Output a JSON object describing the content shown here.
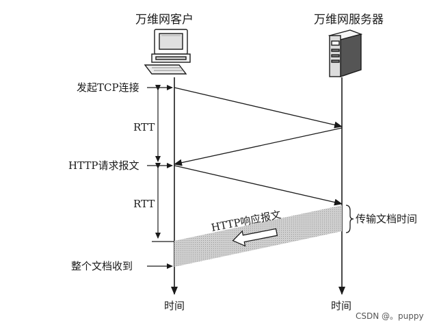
{
  "client": {
    "title": "万维网客户",
    "icon": "desktop-computer-icon"
  },
  "server": {
    "title": "万维网服务器",
    "icon": "server-tower-icon"
  },
  "events": {
    "tcp_connect": "发起TCP连接",
    "http_request": "HTTP请求报文",
    "doc_received": "整个文档收到"
  },
  "rtt": {
    "first": "RTT",
    "second": "RTT"
  },
  "response": {
    "label": "HTTP响应报文",
    "transfer_time": "传输文档时间"
  },
  "time_axis": {
    "client": "时间",
    "server": "时间"
  },
  "watermark": "CSDN @。puppy"
}
